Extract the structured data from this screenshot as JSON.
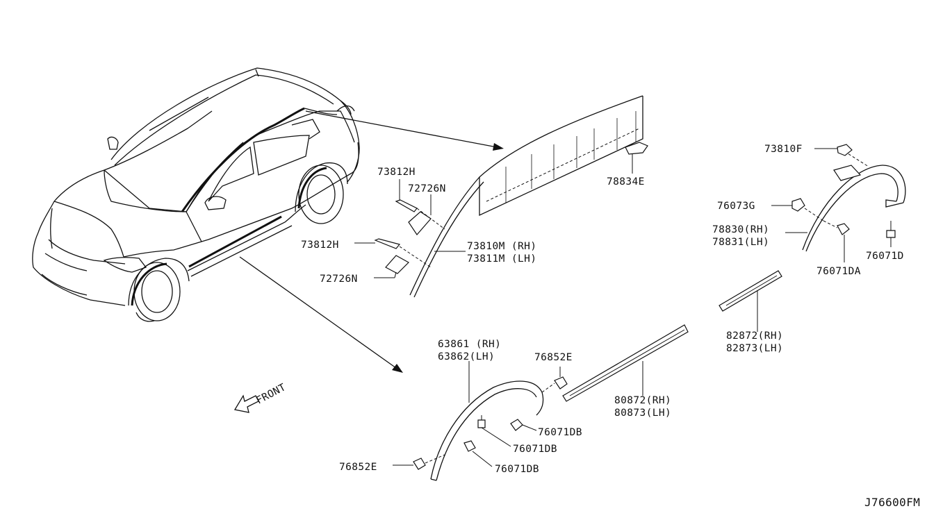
{
  "diagram_code": "J76600FM",
  "front_label": "FRONT",
  "labels": {
    "l73812H_a": "73812H",
    "l72726N_a": "72726N",
    "l73812H_b": "73812H",
    "l72726N_b": "72726N",
    "l73810M": "73810M (RH)",
    "l73811M": "73811M (LH)",
    "l78834E": "78834E",
    "l73810F": "73810F",
    "l76073G": "76073G",
    "l78830": "78830(RH)",
    "l78831": "78831(LH)",
    "l76071D": "76071D",
    "l76071DA": "76071DA",
    "l82872": "82872(RH)",
    "l82873": "82873(LH)",
    "l63861": "63861 (RH)",
    "l63862": "63862(LH)",
    "l76852E_a": "76852E",
    "l76071DB_a": "76071DB",
    "l76071DB_b": "76071DB",
    "l76071DB_c": "76071DB",
    "l76852E_b": "76852E",
    "l80872": "80872(RH)",
    "l80873": "80873(LH)"
  }
}
